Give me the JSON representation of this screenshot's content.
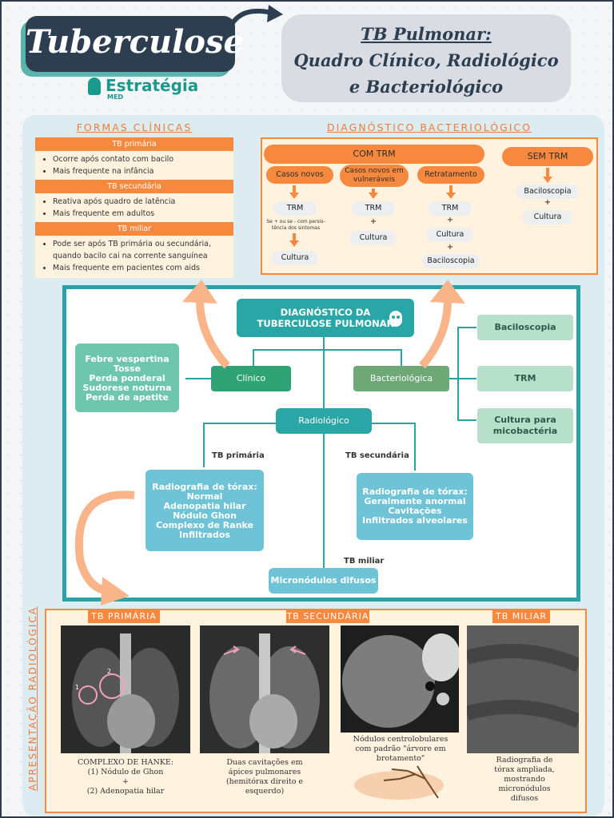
{
  "title": "Tuberculose",
  "logo": {
    "name": "Estratégia",
    "sub": "MED"
  },
  "subtitle": {
    "line1": "TB Pulmonar:",
    "line2": "Quadro Clínico, Radiológico",
    "line3": "e Bacteriológico"
  },
  "formas_clinicas": {
    "title": "FORMAS CLÍNICAS",
    "sections": [
      {
        "header": "TB primária",
        "items": [
          "Ocorre após contato com bacilo",
          "Mais frequente na infância"
        ]
      },
      {
        "header": "TB secundária",
        "items": [
          "Reativa após quadro de latência",
          "Mais frequente em adultos"
        ]
      },
      {
        "header": "TB miliar",
        "items": [
          "Pode ser após TB primária ou secundária, quando bacilo cai na corrente sanguínea",
          "Mais frequente em pacientes com aids"
        ]
      }
    ]
  },
  "diag_bact": {
    "title": "DIAGNÓSTICO BACTERIOLÓGICO",
    "com_trm": "COM TRM",
    "sem_trm": "SEM TRM",
    "col1": {
      "head": "Casos novos",
      "trm": "TRM",
      "note": "Se + ou se - com persis-tência dos sintomas",
      "next": "Cultura"
    },
    "col2": {
      "head": "Casos novos em vulneráveis",
      "trm": "TRM",
      "plus": "+",
      "next": "Cultura"
    },
    "col3": {
      "head": "Retratamento",
      "trm": "TRM",
      "plus1": "+",
      "cultura": "Cultura",
      "plus2": "+",
      "next": "Baciloscopia"
    },
    "col4": {
      "a": "Baciloscopia",
      "plus": "+",
      "b": "Cultura"
    }
  },
  "diagram": {
    "title_line1": "DIAGNÓSTICO DA",
    "title_line2": "TUBERCULOSE PULMONAR",
    "clinico": "Clínico",
    "bacteriologico": "Bacteriológica",
    "radiologico": "Radiológico",
    "sintomas": [
      "Febre vespertina",
      "Tosse",
      "Perda ponderal",
      "Sudorese noturna",
      "Perda de apetite"
    ],
    "bact_items": [
      "Baciloscopia",
      "TRM",
      "Cultura para micobactéria"
    ],
    "tb_primaria": "TB primária",
    "tb_secundaria": "TB secundária",
    "tb_miliar": "TB miliar",
    "prim_box": [
      "Radiografia de tórax:",
      "Normal",
      "Adenopatia hilar",
      "Nódulo Ghon",
      "Complexo de Ranke",
      "Infiltrados"
    ],
    "sec_box": [
      "Radiografia de tórax:",
      "Geralmente anormal",
      "Cavitações",
      "Infiltrados alveolares"
    ],
    "miliar_box": "Micronódulos difusos"
  },
  "radiologica": {
    "side_title": "APRESENTAÇÃO RADIOLÓGICA",
    "t1": "TB PRIMÁRIA",
    "t2": "TB SECUNDÁRIA",
    "t3": "TB MILIAR",
    "cap1": [
      "COMPLEXO DE HANKE:",
      "(1) Nódulo de Ghon",
      "+",
      "(2) Adenopatia hilar"
    ],
    "cap2": [
      "Duas cavitações em",
      "ápices pulmonares",
      "(hemitórax direito e",
      "esquerdo)"
    ],
    "cap3": [
      "Nódulos centrolobulares",
      "com padrão \"árvore em",
      "brotamento\""
    ],
    "cap4": [
      "Radiografia de",
      "tórax ampliada,",
      "mostrando",
      "micronódulos",
      "difusos"
    ],
    "marker1": "1",
    "marker2": "2"
  },
  "colors": {
    "orange": "#f7893e",
    "teal": "#2aa6a6",
    "navy": "#2d3e50"
  }
}
